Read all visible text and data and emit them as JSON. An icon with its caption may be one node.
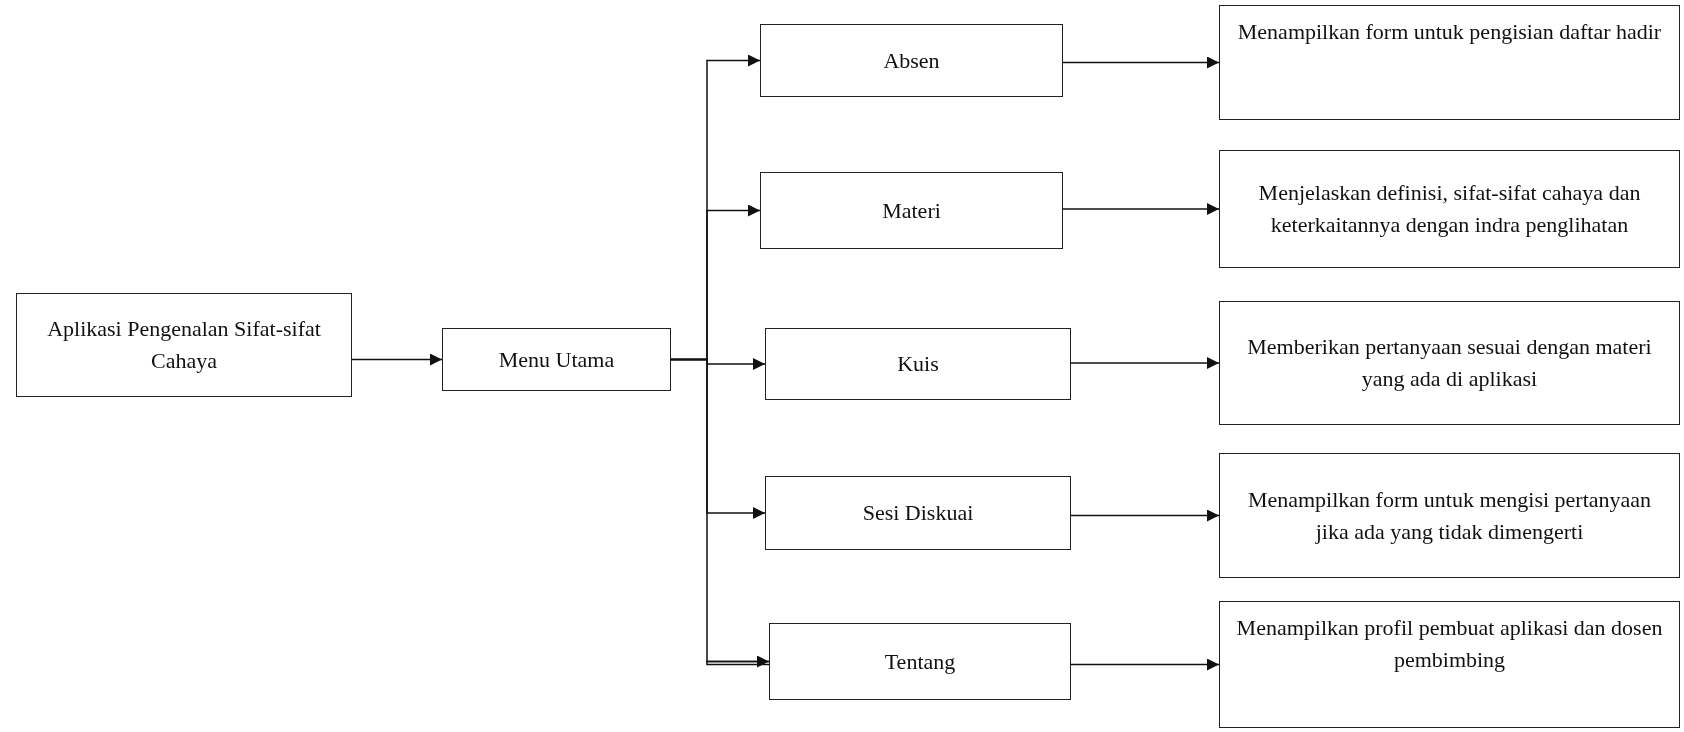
{
  "diagram": {
    "nodes": [
      {
        "text": [
          "Aplikasi Pengenalan Sifat-sifat Cahaya"
        ]
      },
      {
        "text": [
          "Menu Utama"
        ]
      },
      {
        "text": [
          "Absen"
        ]
      },
      {
        "text": [
          "Materi"
        ]
      },
      {
        "text": [
          "Kuis"
        ]
      },
      {
        "text": [
          "Sesi Diskuai"
        ]
      },
      {
        "text": [
          "Tentang"
        ]
      },
      {
        "text": [
          "Menampilkan form untuk pengisian daftar hadir"
        ]
      },
      {
        "text": [
          "Menjelaskan definisi, sifat-sifat cahaya dan keterkaitannya dengan indra penglihatan"
        ]
      },
      {
        "text": [
          "Memberikan pertanyaan sesuai dengan materi yang ada di aplikasi"
        ]
      },
      {
        "text": [
          "Menampilkan form untuk mengisi pertanyaan jika ada yang tidak dimengerti"
        ]
      },
      {
        "text": [
          "Menampilkan profil pembuat aplikasi dan dosen pembimbing"
        ]
      }
    ],
    "edges": [
      {
        "from": 0,
        "to": 1,
        "arrow": "to"
      },
      {
        "from": 1,
        "to": 2,
        "arrow": "to"
      },
      {
        "from": 1,
        "to": 3,
        "arrow": "to"
      },
      {
        "from": 1,
        "to": 4,
        "arrow": "to"
      },
      {
        "from": 1,
        "to": 5,
        "arrow": "to"
      },
      {
        "from": 1,
        "to": 6,
        "arrow": "to"
      },
      {
        "from": 2,
        "to": 7,
        "arrow": "to"
      },
      {
        "from": 3,
        "to": 8,
        "arrow": "to"
      },
      {
        "from": 4,
        "to": 9,
        "arrow": "to"
      },
      {
        "from": 5,
        "to": 10,
        "arrow": "to"
      },
      {
        "from": 6,
        "to": 11,
        "arrow": "to"
      }
    ]
  }
}
